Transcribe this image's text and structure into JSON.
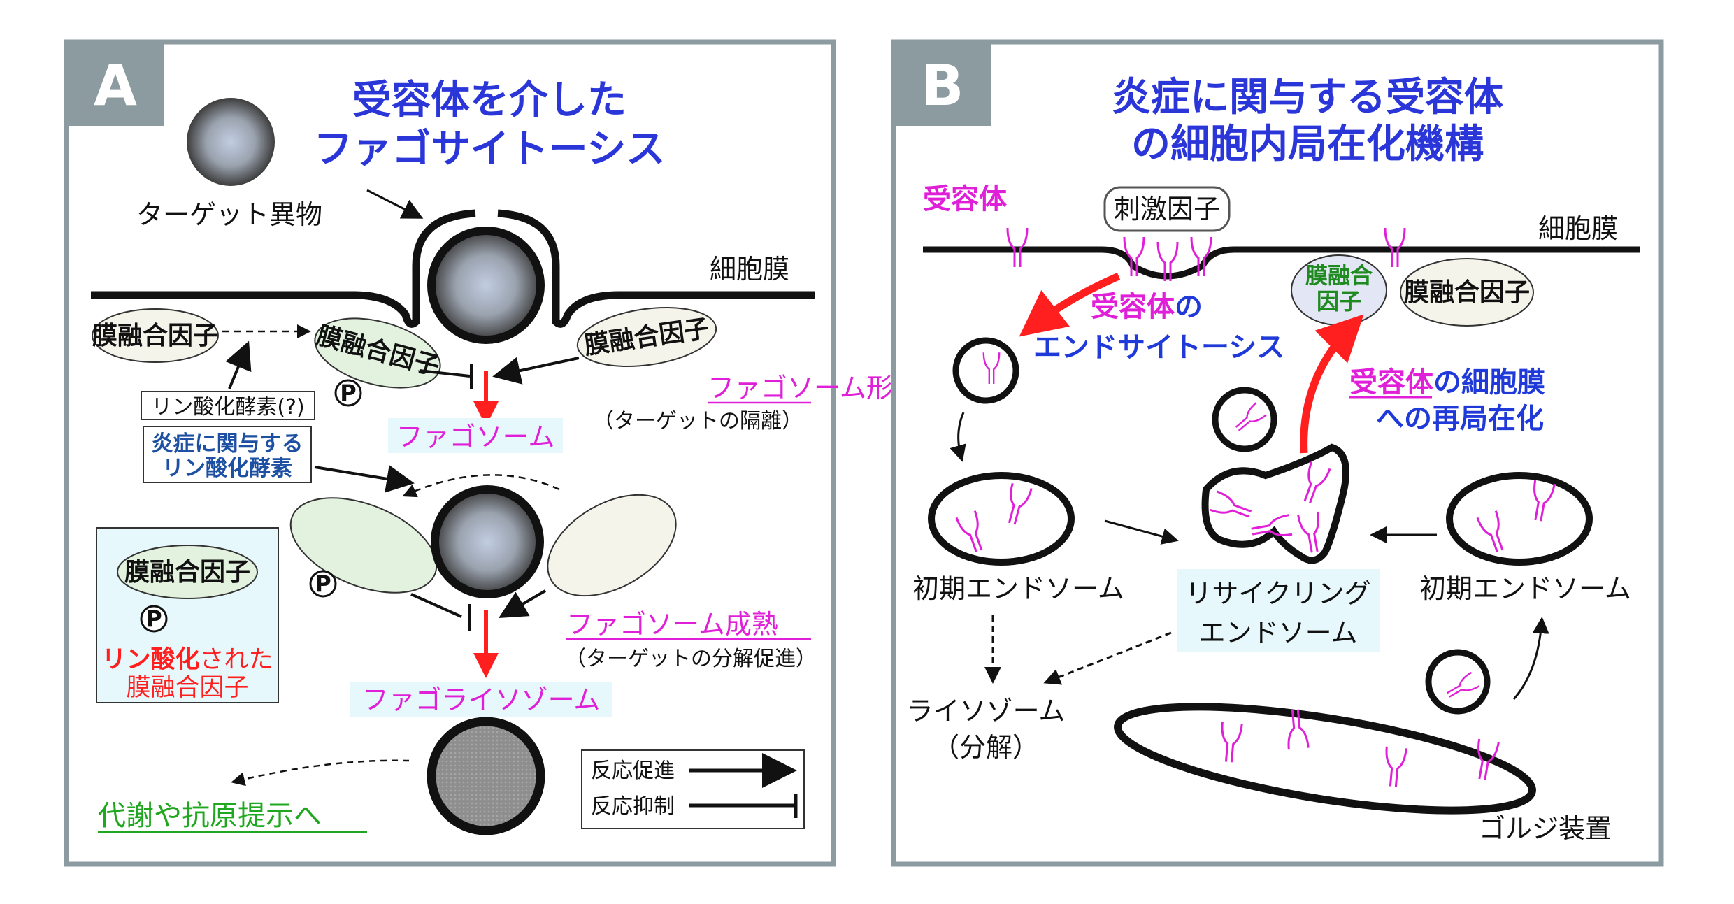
{
  "panel_a": {
    "letter": "A",
    "title_line1": "受容体を介した",
    "title_line2": "ファゴサイトーシス",
    "target": "ターゲット異物",
    "membrane": "細胞膜",
    "fusion_left": "膜融合因子",
    "fusion_center": "膜融合因子",
    "fusion_right": "膜融合因子",
    "kinase_unknown": "リン酸化酵素(?)",
    "kinase_line1": "炎症に関与する",
    "kinase_line2": "リン酸化酵素",
    "p_symbol": "P",
    "phagosome_formation": "ファゴソーム形成",
    "isolation": "（ターゲットの隔離）",
    "phagosome": "ファゴソーム",
    "phagosome_maturation": "ファゴソーム成熟",
    "degradation_promotion": "（ターゲットの分解促進）",
    "phagolysosome": "ファゴライソゾーム",
    "metabolism": "代謝や抗原提示へ",
    "box_fusion": "膜融合因子",
    "phospho_part1": "リン酸化",
    "phospho_part2": "された",
    "phospho_line2": "膜融合因子",
    "legend_promote": "反応促進",
    "legend_inhibit": "反応抑制"
  },
  "panel_b": {
    "letter": "B",
    "title_line1": "炎症に関与する受容体",
    "title_line2": "の細胞内局在化機構",
    "receptor": "受容体",
    "stimulus": "刺激因子",
    "membrane": "細胞膜",
    "endocytosis_part1": "受容体",
    "endocytosis_part2": "の",
    "endocytosis_line2": "エンドサイトーシス",
    "fusion_green_line1": "膜融合",
    "fusion_green_line2": "因子",
    "fusion_right": "膜融合因子",
    "relocal_part1": "受容体",
    "relocal_part2": "の細胞膜",
    "relocal_line2": "への再局在化",
    "early_endosome_left": "初期エンドソーム",
    "recycling_line1": "リサイクリング",
    "recycling_line2": "エンドソーム",
    "early_endosome_right": "初期エンドソーム",
    "lysosome_line1": "ライソゾーム",
    "lysosome_line2": "（分解）",
    "golgi": "ゴルジ装置"
  },
  "colors": {
    "frame": "#8c9ba0",
    "title_blue": "#2b36d9",
    "magenta": "#e020d8",
    "red": "#ff1f1f",
    "green": "#1fa81f",
    "dark_blue": "#1d4fa3",
    "highlight_cyan": "#e6f8fb"
  }
}
